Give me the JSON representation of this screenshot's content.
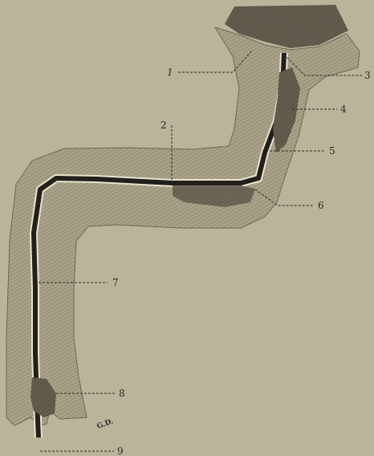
{
  "figure": {
    "labels": [
      {
        "id": "1",
        "text": "1"
      },
      {
        "id": "2",
        "text": "2"
      },
      {
        "id": "3",
        "text": "3"
      },
      {
        "id": "4",
        "text": "4"
      },
      {
        "id": "5",
        "text": "5"
      },
      {
        "id": "6",
        "text": "6"
      },
      {
        "id": "7",
        "text": "7"
      },
      {
        "id": "8",
        "text": "8"
      },
      {
        "id": "9",
        "text": "9"
      }
    ],
    "signature": "G.D.",
    "colors": {
      "background": "#b9b49a",
      "wall": "#a69f86",
      "lumen": "#221f1c",
      "lining": "#e8e3cf"
    }
  }
}
